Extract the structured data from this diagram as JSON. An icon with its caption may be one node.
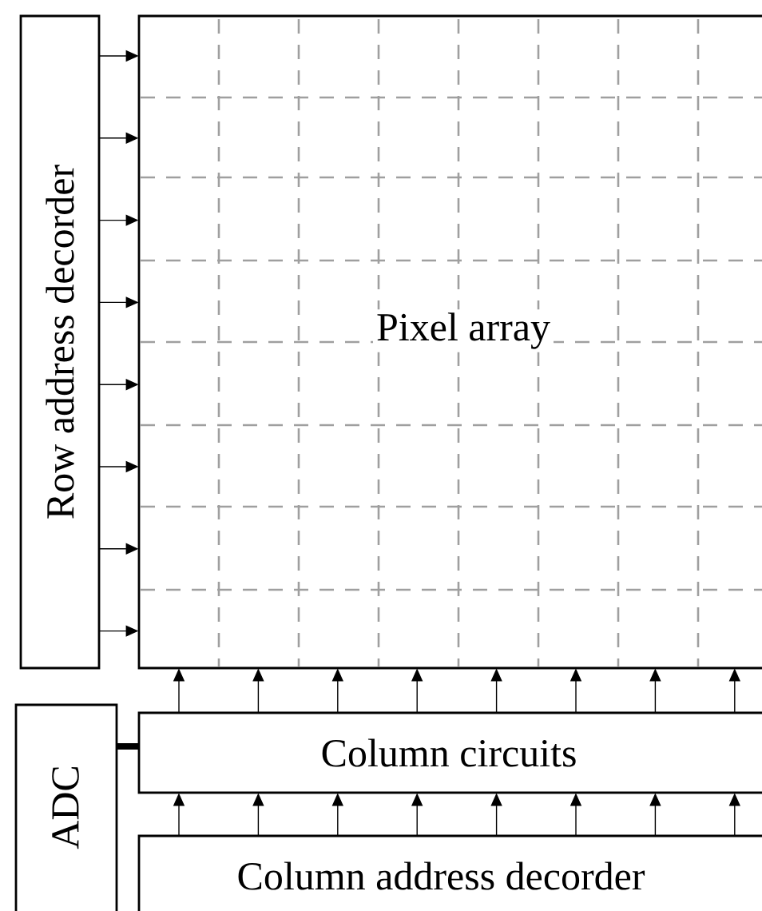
{
  "diagram": {
    "nodes": [
      {
        "text": [
          "Row address decorder"
        ]
      },
      {
        "text": [
          "Pixel array"
        ]
      },
      {
        "text": [
          "Column circuits"
        ]
      },
      {
        "text": [
          "ADC"
        ]
      },
      {
        "text": [
          "Column address decorder"
        ]
      }
    ],
    "edges": [
      {
        "from": 0,
        "to": 1,
        "arrow": "to"
      },
      {
        "from": 0,
        "to": 1,
        "arrow": "to"
      },
      {
        "from": 0,
        "to": 1,
        "arrow": "to"
      },
      {
        "from": 0,
        "to": 1,
        "arrow": "to"
      },
      {
        "from": 0,
        "to": 1,
        "arrow": "to"
      },
      {
        "from": 0,
        "to": 1,
        "arrow": "to"
      },
      {
        "from": 0,
        "to": 1,
        "arrow": "to"
      },
      {
        "from": 0,
        "to": 1,
        "arrow": "to"
      },
      {
        "from": 2,
        "to": 1,
        "arrow": "to"
      },
      {
        "from": 2,
        "to": 1,
        "arrow": "to"
      },
      {
        "from": 2,
        "to": 1,
        "arrow": "to"
      },
      {
        "from": 2,
        "to": 1,
        "arrow": "to"
      },
      {
        "from": 2,
        "to": 1,
        "arrow": "to"
      },
      {
        "from": 2,
        "to": 1,
        "arrow": "to"
      },
      {
        "from": 2,
        "to": 1,
        "arrow": "to"
      },
      {
        "from": 2,
        "to": 1,
        "arrow": "to"
      },
      {
        "from": 4,
        "to": 2,
        "arrow": "to"
      },
      {
        "from": 4,
        "to": 2,
        "arrow": "to"
      },
      {
        "from": 4,
        "to": 2,
        "arrow": "to"
      },
      {
        "from": 4,
        "to": 2,
        "arrow": "to"
      },
      {
        "from": 4,
        "to": 2,
        "arrow": "to"
      },
      {
        "from": 4,
        "to": 2,
        "arrow": "to"
      },
      {
        "from": 4,
        "to": 2,
        "arrow": "to"
      },
      {
        "from": 4,
        "to": 2,
        "arrow": "to"
      },
      {
        "from": 3,
        "to": 2,
        "arrow": "none",
        "style": "thick"
      }
    ]
  }
}
